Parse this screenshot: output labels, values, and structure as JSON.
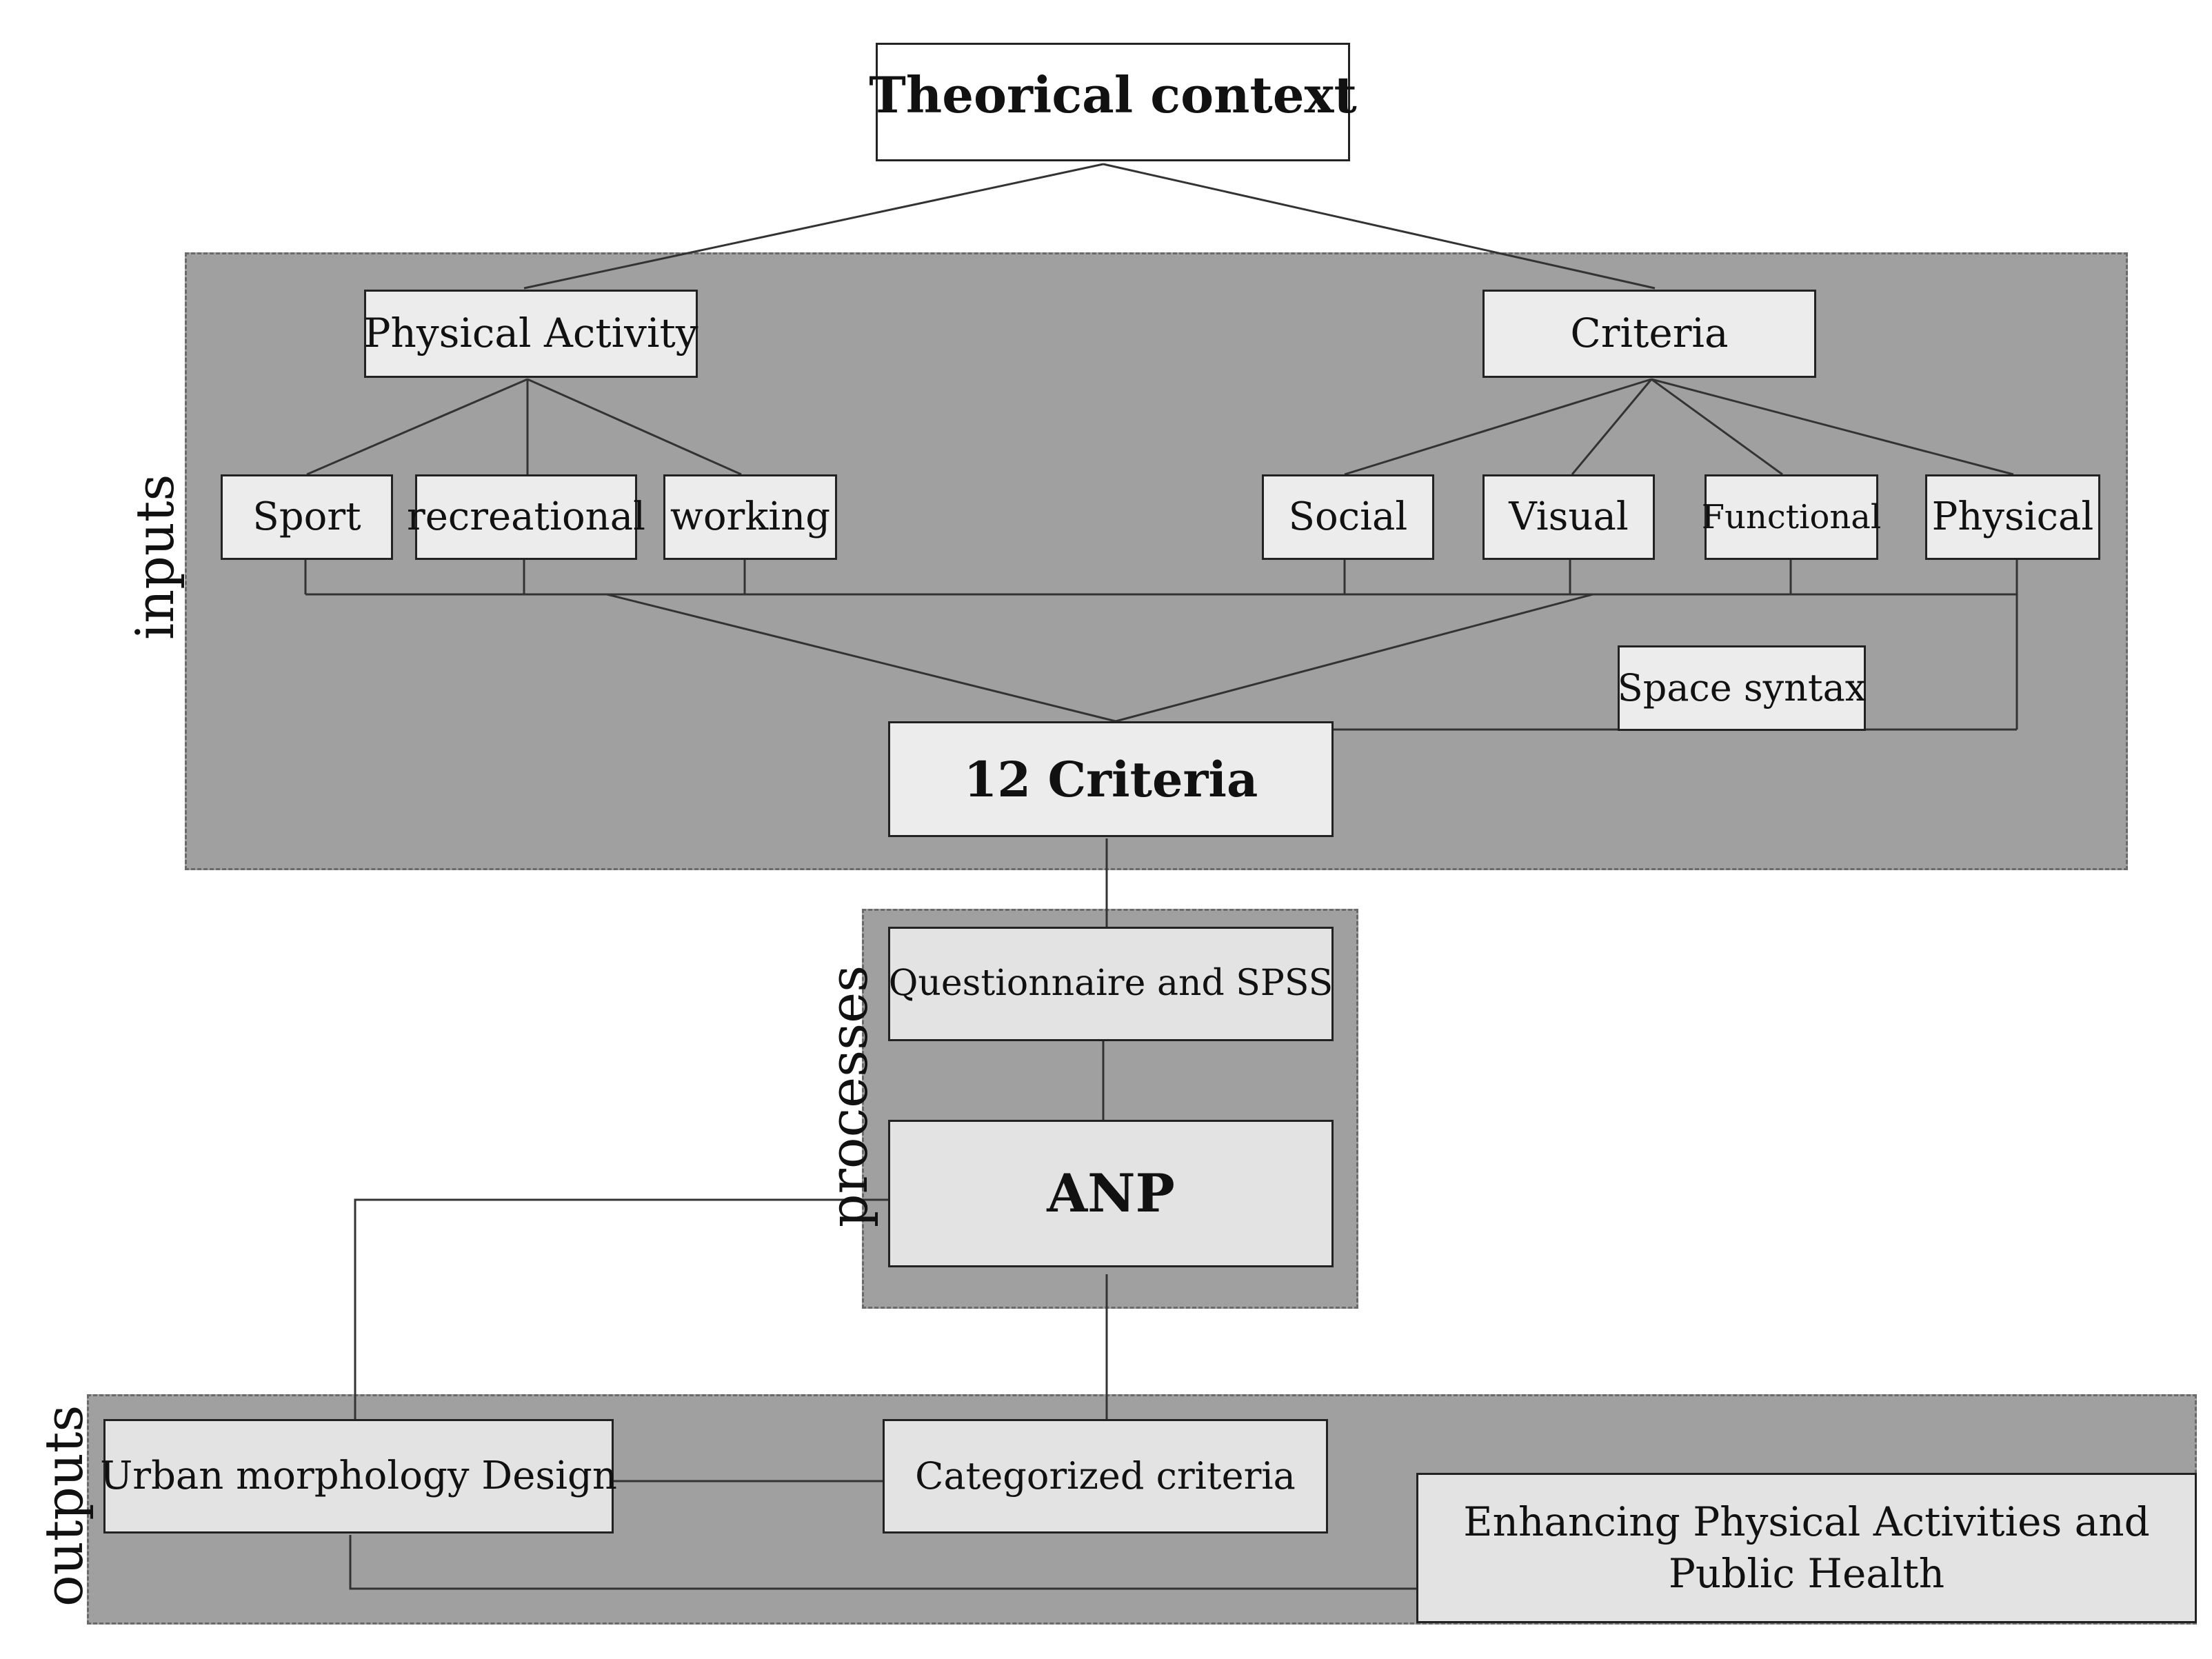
{
  "diagram": {
    "root": "Theorical context",
    "groups": {
      "inputs": "inputs",
      "processes": "processes",
      "outputs": "outputs"
    },
    "physical_activity": {
      "label": "Physical Activity",
      "children": [
        "Sport",
        "recreational",
        "working"
      ]
    },
    "criteria": {
      "label": "Criteria",
      "children": [
        "Social",
        "Visual",
        "Functional",
        "Physical"
      ]
    },
    "space_syntax": "Space syntax",
    "twelve_criteria": "12 Criteria",
    "questionnaire": "Questionnaire and SPSS",
    "anp": "ANP",
    "urban_design": "Urban morphology Design",
    "categorized": "Categorized criteria",
    "enhancing": "Enhancing Physical Activities and Public Health"
  }
}
